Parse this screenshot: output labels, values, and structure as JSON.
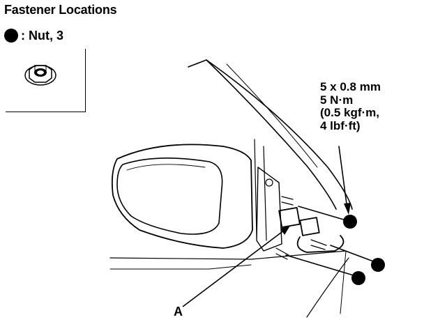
{
  "header": {
    "title": "Fastener Locations"
  },
  "legend": {
    "symbol": "filled-circle-icon",
    "label": ": Nut, 3"
  },
  "inset": {
    "icon": "flange-nut-icon"
  },
  "spec": {
    "lines": [
      "5 x 0.8 mm",
      "5 N·m",
      "(0.5 kgf·m,",
      "4 lbf·ft)"
    ]
  },
  "callouts": {
    "a": "A"
  },
  "colors": {
    "ink": "#000000",
    "paper": "#ffffff"
  }
}
